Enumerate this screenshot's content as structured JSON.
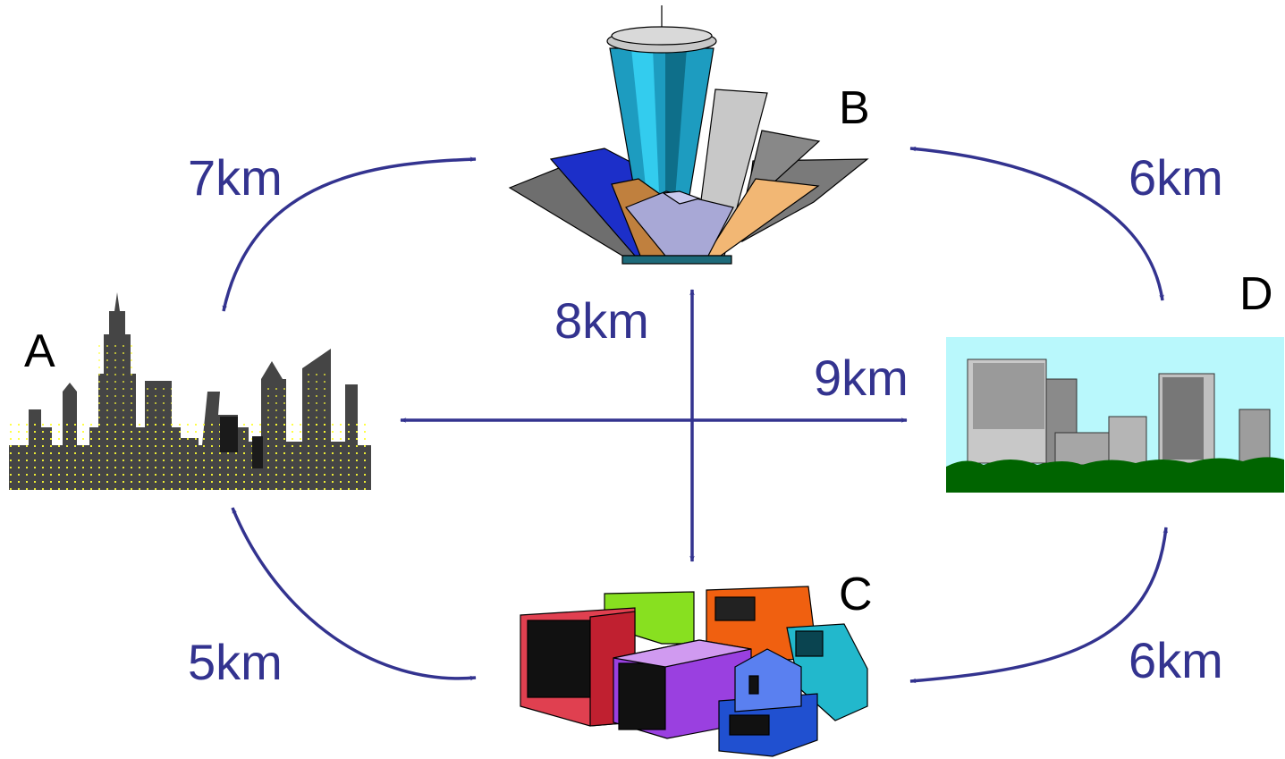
{
  "nodes": {
    "A": {
      "label": "A",
      "icon": "night-city-skyline-icon"
    },
    "B": {
      "label": "B",
      "icon": "skyscraper-cluster-icon"
    },
    "C": {
      "label": "C",
      "icon": "colorful-buildings-icon"
    },
    "D": {
      "label": "D",
      "icon": "daytime-city-icon"
    }
  },
  "edges": {
    "A-B": {
      "label": "7km"
    },
    "B-D": {
      "label": "6km"
    },
    "B-C": {
      "label": "8km"
    },
    "A-D": {
      "label": "9km"
    },
    "A-C": {
      "label": "5km"
    },
    "C-D": {
      "label": "6km"
    }
  },
  "colors": {
    "edge": "#33338f",
    "label_text": "#33338f",
    "node_label": "#000000"
  }
}
